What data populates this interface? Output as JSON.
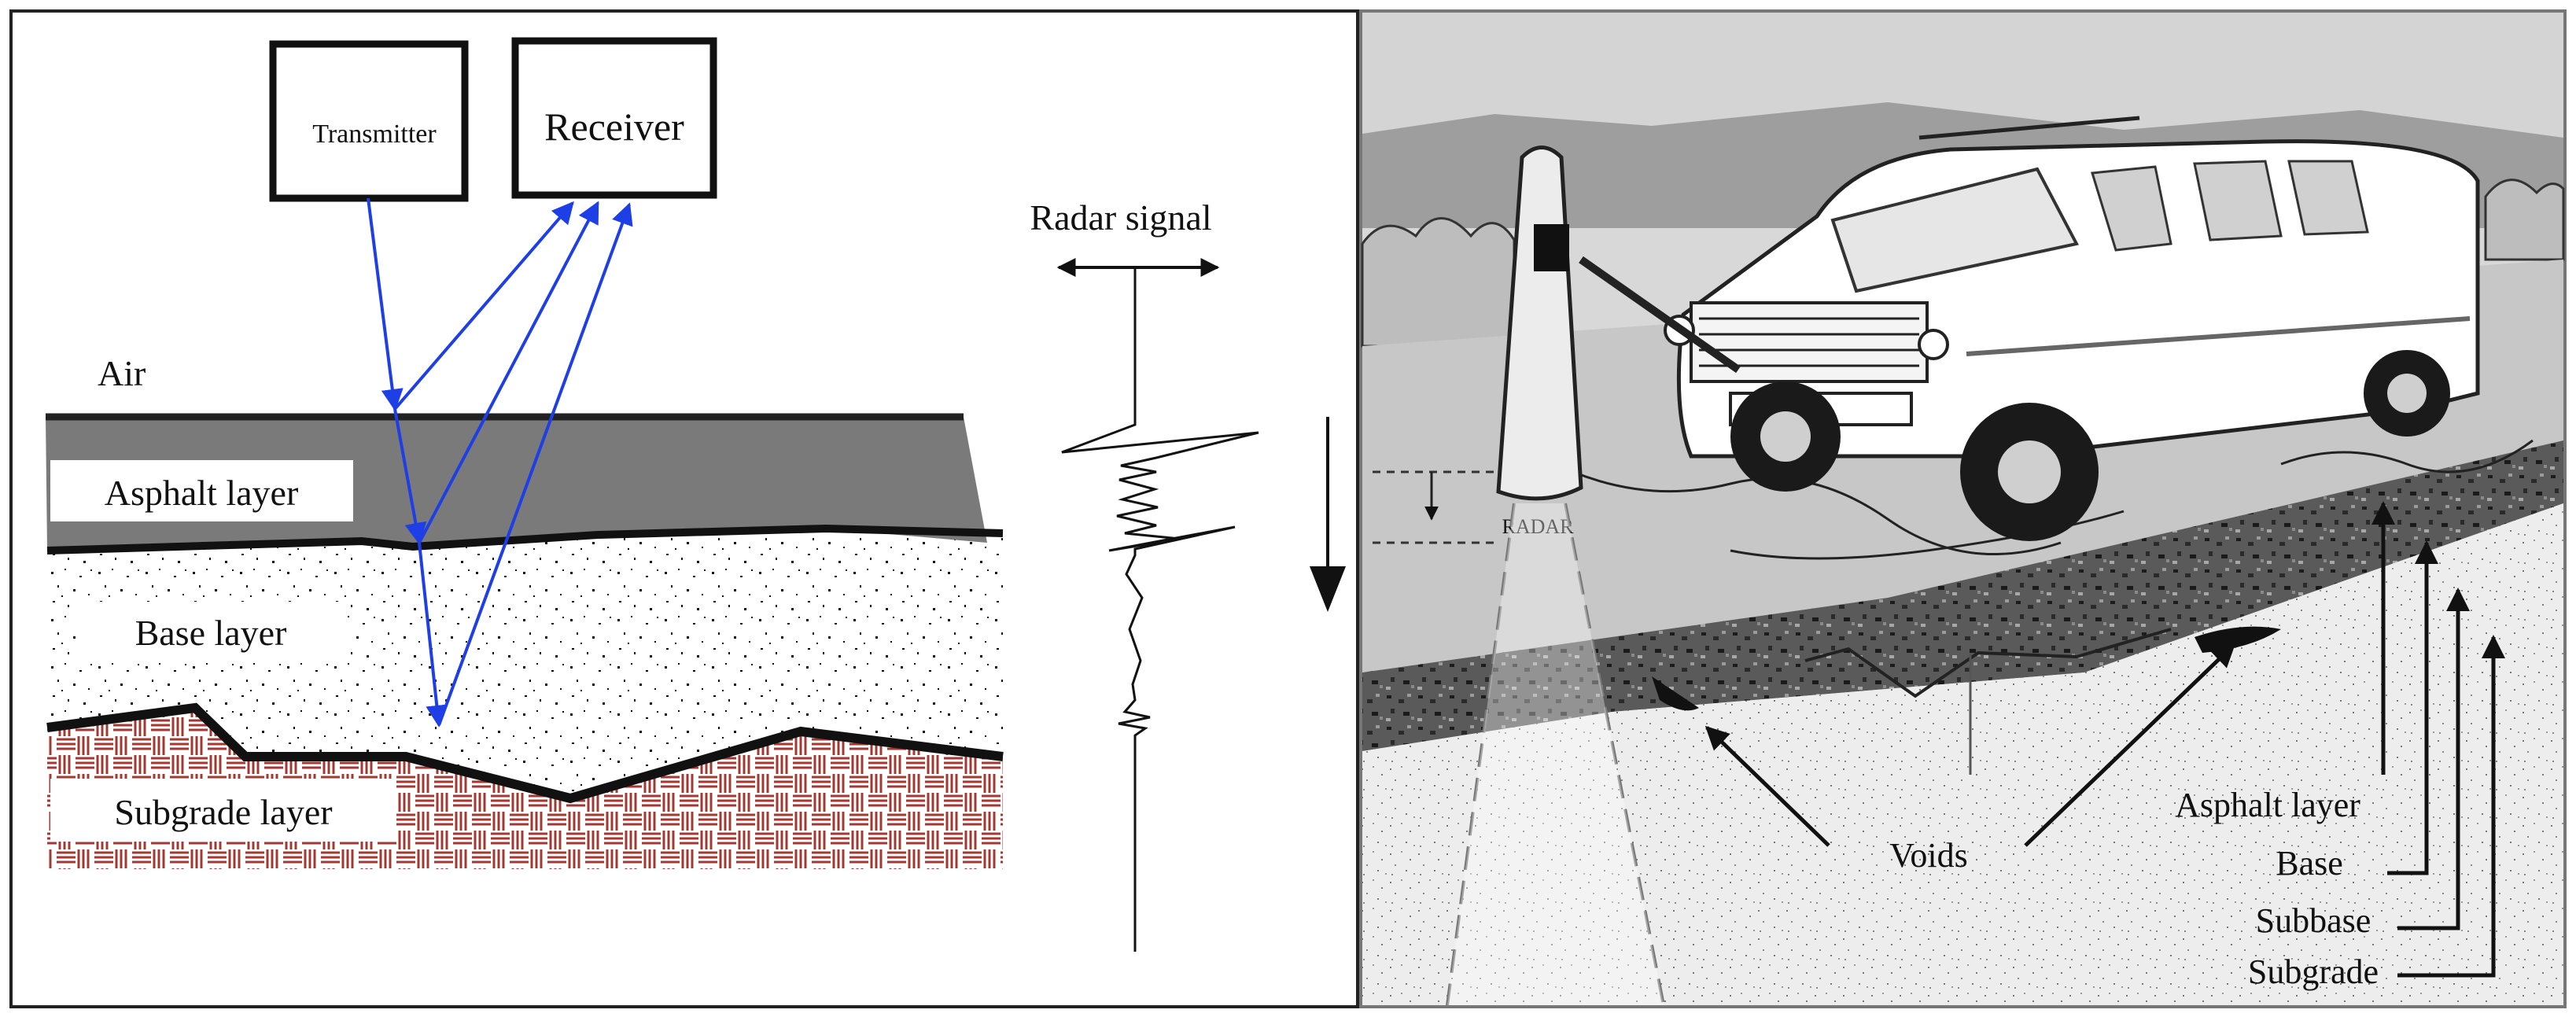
{
  "left_panel": {
    "transmitter_label": "Transmitter",
    "receiver_label": "Receiver",
    "radar_signal_label": "Radar signal",
    "air_label": "Air",
    "asphalt_label": "Asphalt layer",
    "base_label": "Base layer",
    "subgrade_label": "Subgrade layer"
  },
  "right_panel": {
    "radar_label": "RADAR",
    "voids_label": "Voids",
    "layer_labels": [
      "Asphalt layer",
      "Base",
      "Subbase",
      "Subgrade"
    ]
  },
  "colors": {
    "ray": "#1f3fe6",
    "asphalt": "#7a7a7a",
    "subgrade": "#a23a33",
    "outline": "#222222"
  }
}
